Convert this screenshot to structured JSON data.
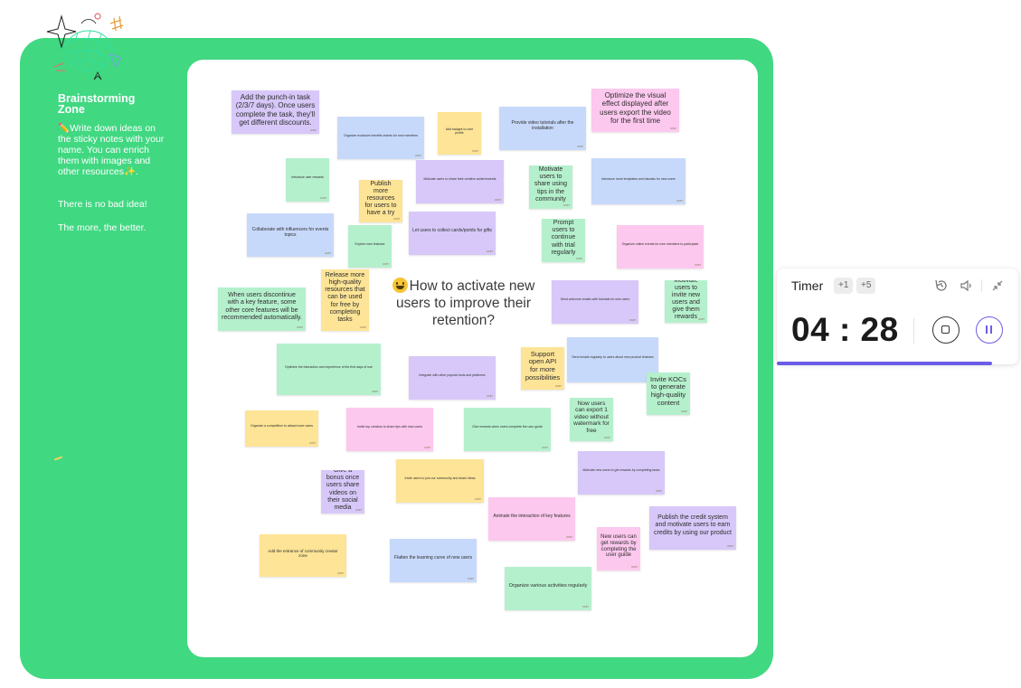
{
  "sidebar": {
    "title": "Brainstorming Zone",
    "instructions": "✏️Write down ideas on the sticky notes with your name. You can enrich them with images and other resources✨.",
    "line1": "There is no bad idea!",
    "line2": "The more, the better."
  },
  "board": {
    "question": "How to activate new users to improve their retention?",
    "question_emoji": "grinning-face-icon"
  },
  "notes": [
    "Add the punch-in task (2/3/7 days). Once users complete the task, they'll get different discounts.",
    "Optimize the visual effect displayed after users export the video for the first time",
    "Motivate users to share using tips in the community",
    "Publish more resources for users to have a try",
    "Collaborate with influencers for events topics",
    "Let users to collect cards/points for gifts",
    "Prompt users to continue with trial regularly",
    "Release more high-quality resources that can be used for free by completing tasks",
    "When users discontinue with a key feature, some other core features will be recommended automatically.",
    "Motivate users to invite new users and give them rewards",
    "Support open API for more possibilities",
    "Invite KOCs to generate high-quality content",
    "Now users can export 1 video without watermark for free",
    "Give a bonus once users share videos on their social media",
    "Publish the credit system and motivate users to earn credits by using our product",
    "New users can get rewards by completing the user guide",
    "Provide video tutorials after the installation",
    "Animate the interaction of key features",
    "Flatten the learning curve of new users",
    "Organize various activities regularly",
    "Add the entrance of community creator zone",
    "Motivate new users to get rewards by completing tasks"
  ],
  "timer": {
    "title": "Timer",
    "plus1": "+1",
    "plus5": "+5",
    "minutes": "04",
    "separator": ":",
    "seconds": "28",
    "progress": 0.89,
    "accent": "#6c5ce7",
    "icons": [
      "reset-icon",
      "volume-icon",
      "minimize-icon",
      "stop-icon",
      "pause-icon"
    ]
  },
  "colors": {
    "frame": "#41d882",
    "purple_note": "#d7c8f9",
    "blue_note": "#c7d9fb",
    "yellow_note": "#fde496",
    "green_note": "#b5f0cd",
    "pink_note": "#fdc8ee"
  }
}
